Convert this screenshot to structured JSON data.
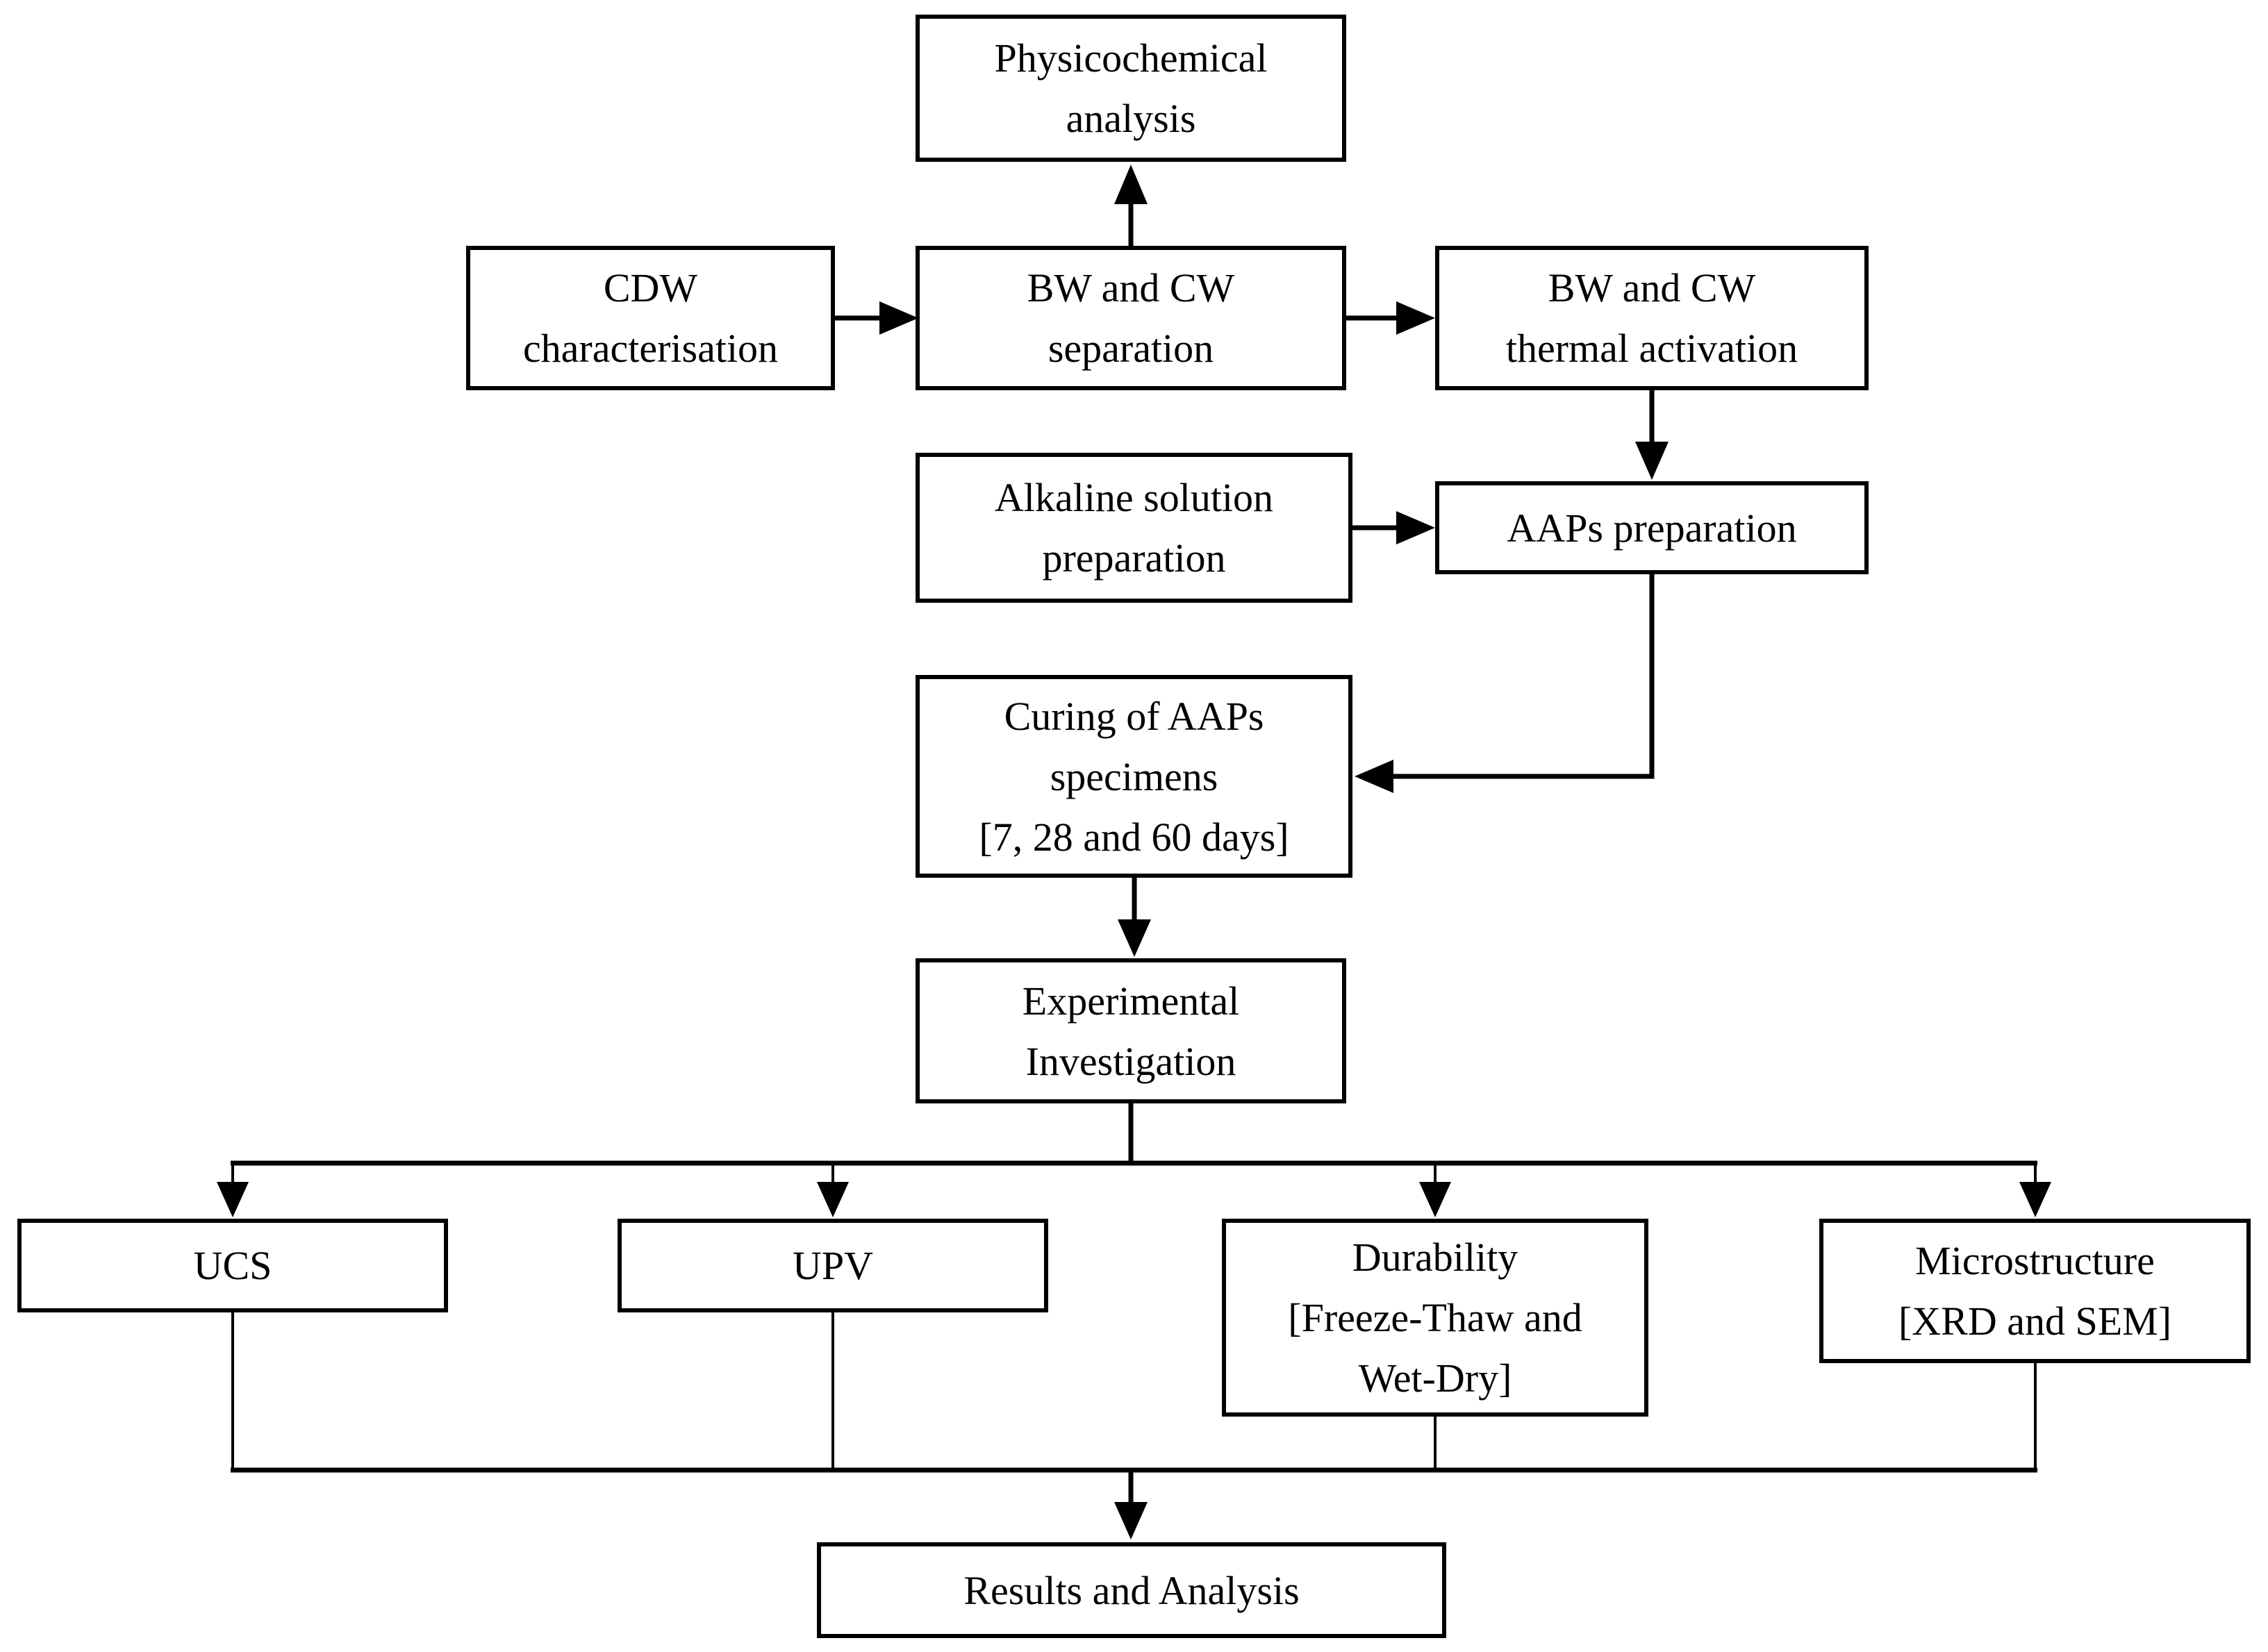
{
  "diagram": {
    "title": "CDW-based alkali-activated pastes experimental programme flowchart",
    "background_color": "#ffffff",
    "line_color": "#000000",
    "box_fill_color": "#ffffff",
    "box_border_color": "#000000",
    "nodes": {
      "physicochemical": {
        "label": "Physicochemical\nanalysis"
      },
      "cdw": {
        "label": "CDW\ncharacterisation"
      },
      "separation": {
        "label": "BW and CW\nseparation"
      },
      "thermal": {
        "label": "BW and CW\nthermal activation"
      },
      "alkaline": {
        "label": "Alkaline solution\npreparation"
      },
      "aaps": {
        "label": "AAPs preparation"
      },
      "curing": {
        "label": "Curing of AAPs\nspecimens\n[7, 28 and 60 days]"
      },
      "experimental": {
        "label": "Experimental\nInvestigation"
      },
      "ucs": {
        "label": "UCS"
      },
      "upv": {
        "label": "UPV"
      },
      "durability": {
        "label": "Durability\n[Freeze-Thaw and\nWet-Dry]"
      },
      "microstructure": {
        "label": "Microstructure\n[XRD and SEM]"
      },
      "results": {
        "label": "Results and Analysis"
      }
    },
    "edges": [
      {
        "from": "separation",
        "to": "physicochemical",
        "direction": "up"
      },
      {
        "from": "cdw",
        "to": "separation",
        "direction": "right"
      },
      {
        "from": "separation",
        "to": "thermal",
        "direction": "right"
      },
      {
        "from": "thermal",
        "to": "aaps",
        "direction": "down"
      },
      {
        "from": "alkaline",
        "to": "aaps",
        "direction": "right"
      },
      {
        "from": "aaps",
        "to": "curing",
        "direction": "down-left-elbow"
      },
      {
        "from": "curing",
        "to": "experimental",
        "direction": "down"
      },
      {
        "from": "experimental",
        "to": "ucs",
        "direction": "branch-down"
      },
      {
        "from": "experimental",
        "to": "upv",
        "direction": "branch-down"
      },
      {
        "from": "experimental",
        "to": "durability",
        "direction": "branch-down"
      },
      {
        "from": "experimental",
        "to": "microstructure",
        "direction": "branch-down"
      },
      {
        "from": "ucs",
        "to": "results",
        "direction": "collect-down"
      },
      {
        "from": "upv",
        "to": "results",
        "direction": "collect-down"
      },
      {
        "from": "durability",
        "to": "results",
        "direction": "collect-down"
      },
      {
        "from": "microstructure",
        "to": "results",
        "direction": "collect-down"
      }
    ]
  }
}
